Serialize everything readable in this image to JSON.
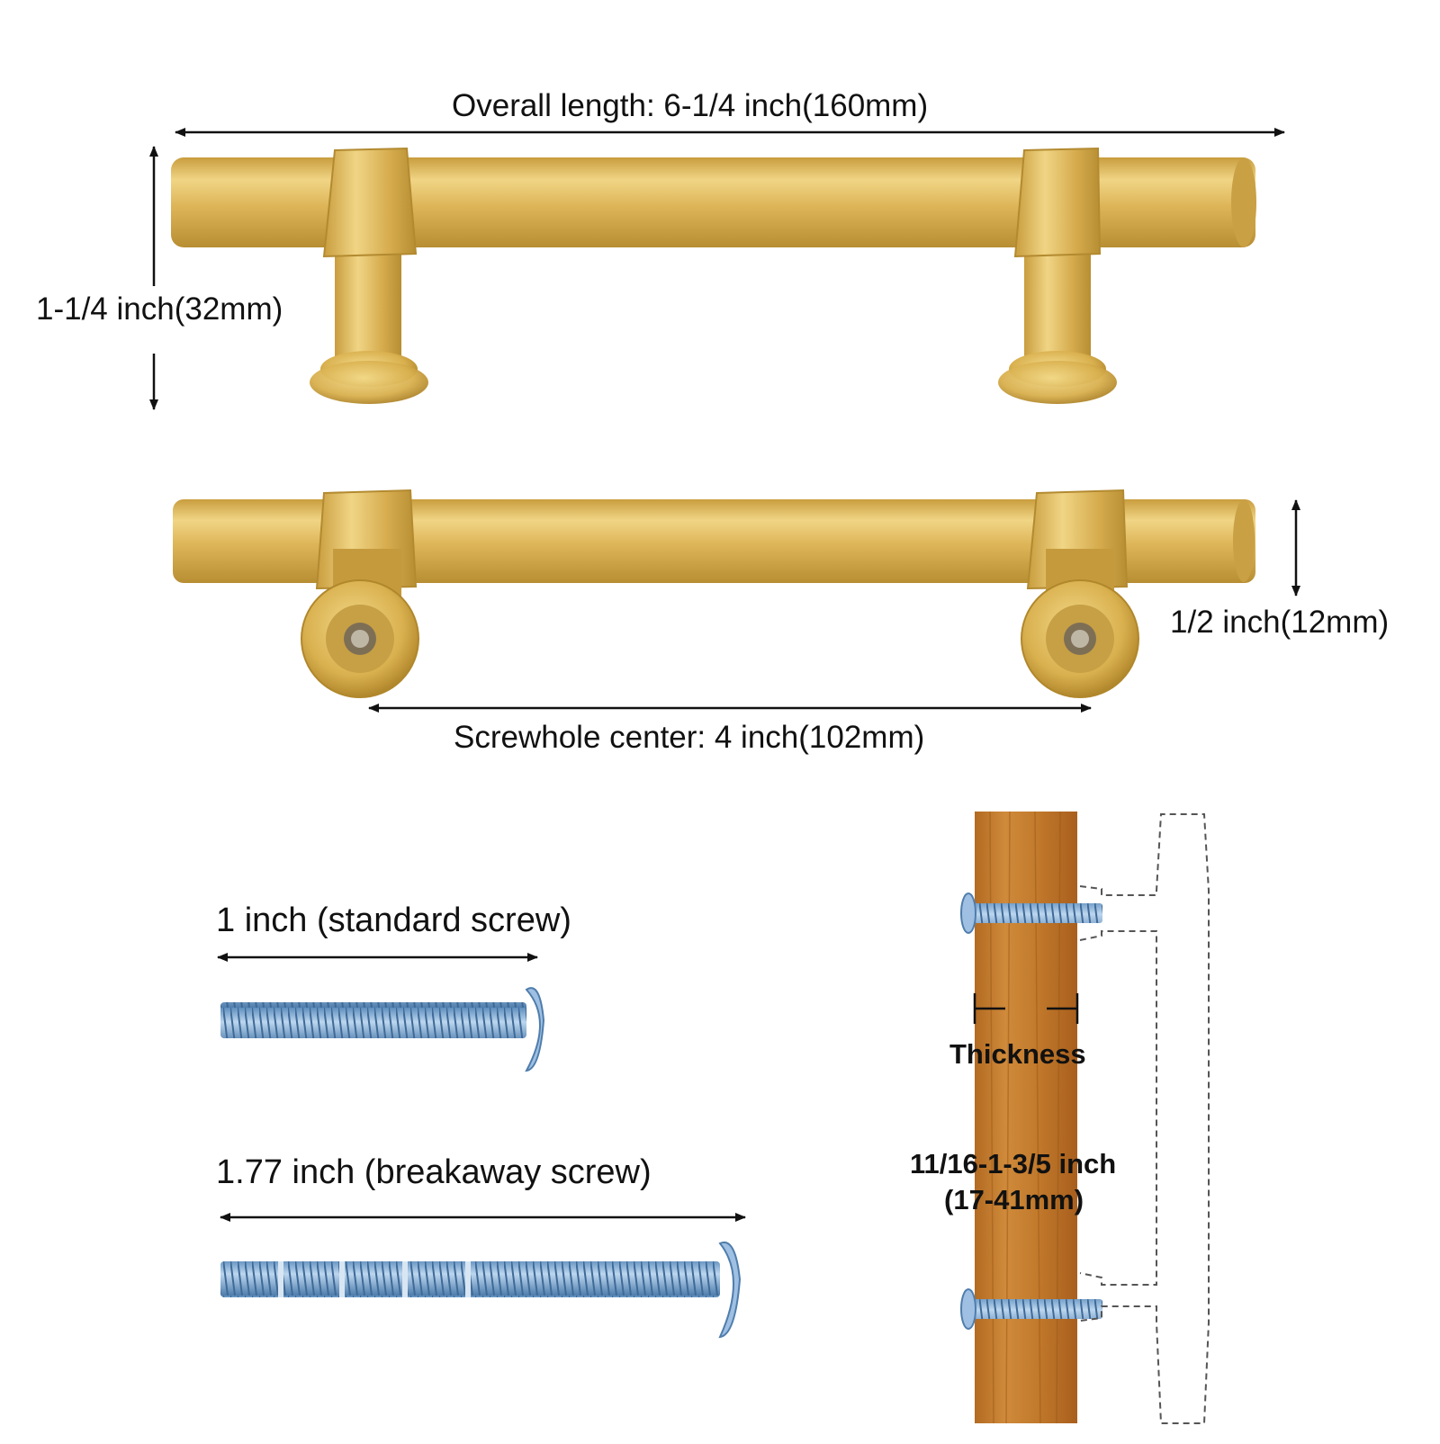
{
  "colors": {
    "gold": "#d9b04e",
    "gold_light": "#f2d989",
    "gold_dark": "#b48a2e",
    "wood": "#c27a2c",
    "wood_dark": "#a15e1c",
    "screw": "#8fb6de",
    "screw_dark": "#4a78a8",
    "ink": "#111111",
    "dash": "#555555"
  },
  "icons": [
    "handle-side-view",
    "handle-bottom-view",
    "standard-screw",
    "breakaway-screw",
    "cabinet-door-section",
    "handle-outline-dashed"
  ],
  "labels": {
    "overall_length": "Overall length: 6-1/4 inch(160mm)",
    "height": "1-1/4 inch(32mm)",
    "diameter": "1/2 inch(12mm)",
    "screwhole_center": "Screwhole center: 4 inch(102mm)",
    "standard_screw": "1 inch (standard screw)",
    "breakaway_screw": "1.77 inch (breakaway screw)",
    "thickness": "Thickness",
    "thickness_range_line1": "11/16-1-3/5 inch",
    "thickness_range_line2": "(17-41mm)"
  }
}
